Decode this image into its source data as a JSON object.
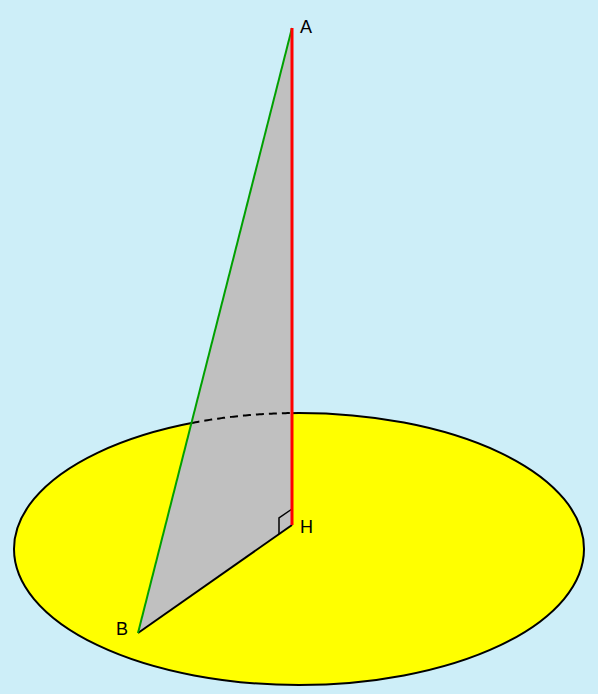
{
  "diagram": {
    "labels": [
      "A",
      "B",
      "H"
    ]
  }
}
